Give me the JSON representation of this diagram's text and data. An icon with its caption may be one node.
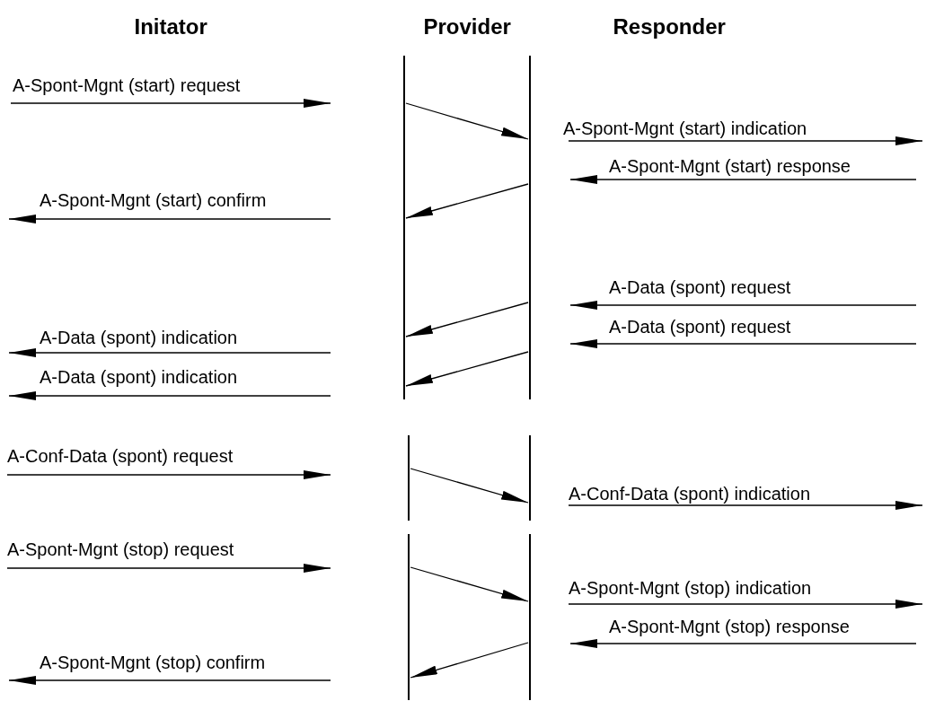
{
  "diagram": {
    "nodes": [
      {
        "text": [],
        "shape": "bar"
      },
      {
        "text": [],
        "shape": "bar"
      },
      {
        "text": [],
        "shape": "bar"
      },
      {
        "text": [],
        "shape": "bar"
      },
      {
        "text": [],
        "shape": "bar"
      },
      {
        "text": [],
        "shape": "bar"
      }
    ],
    "edges": [
      {
        "from": 0,
        "to": 1,
        "arrow": "to"
      },
      {
        "from": 1,
        "to": 0,
        "arrow": "to"
      },
      {
        "from": 1,
        "to": 0,
        "arrow": "to"
      },
      {
        "from": 1,
        "to": 0,
        "arrow": "to"
      },
      {
        "from": 2,
        "to": 3,
        "arrow": "to"
      },
      {
        "from": 4,
        "to": 5,
        "arrow": "to"
      },
      {
        "from": 5,
        "to": 4,
        "arrow": "to"
      }
    ],
    "labels": [
      "Initator",
      "Provider",
      "Responder",
      "A-Spont-Mgnt (start) request",
      "A-Spont-Mgnt (start) indication",
      "A-Spont-Mgnt (start) response",
      "A-Spont-Mgnt (start) confirm",
      "A-Data (spont) request",
      "A-Data (spont) request",
      "A-Data (spont) indication",
      "A-Data (spont) indication",
      "A-Conf-Data (spont) request",
      "A-Conf-Data (spont) indication",
      "A-Spont-Mgnt (stop) request",
      "A-Spont-Mgnt (stop) indication",
      "A-Spont-Mgnt (stop) response",
      "A-Spont-Mgnt (stop) confirm"
    ]
  }
}
